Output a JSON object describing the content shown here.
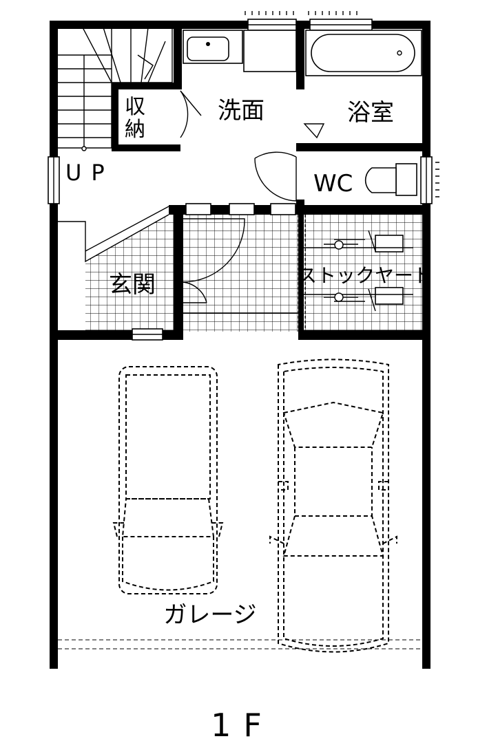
{
  "floor_label": "1F",
  "rooms": {
    "storage": {
      "line1": "収",
      "line2": "納"
    },
    "washroom": "洗面",
    "bathroom": "浴室",
    "up": "UP",
    "wc": "WC",
    "entrance": "玄関",
    "stockyard": "ストックヤード",
    "garage": "ガレージ"
  }
}
